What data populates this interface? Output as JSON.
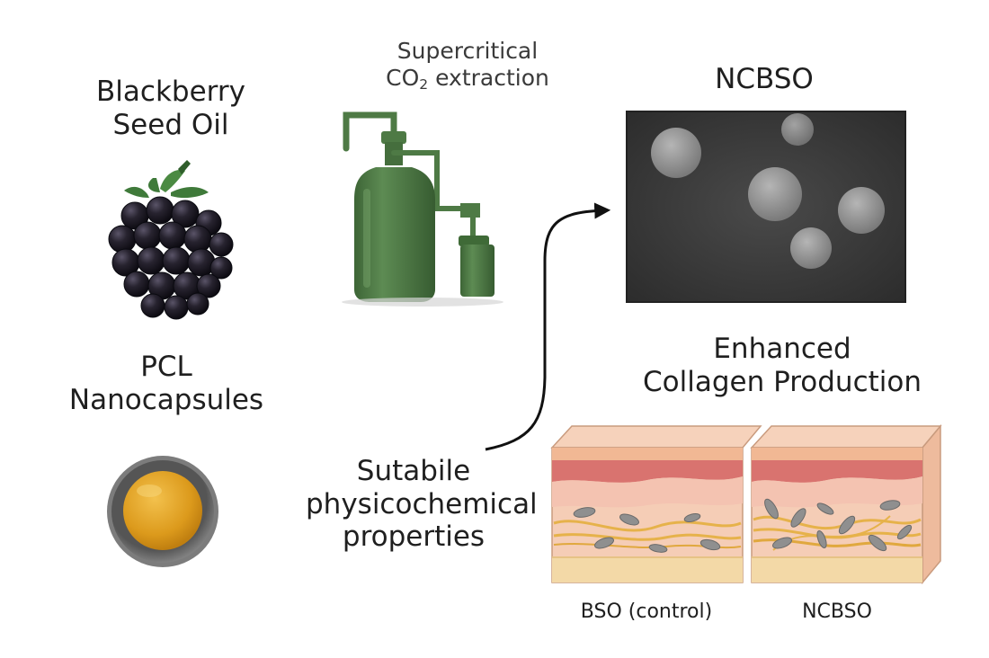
{
  "labels": {
    "blackberry_line1": "Blackberry",
    "blackberry_line2": "Seed Oil",
    "extraction_line1": "Supercritical",
    "extraction_co_prefix": "CO",
    "extraction_co_sub": "2",
    "extraction_co_suffix": " extraction",
    "ncbso_title": "NCBSO",
    "pcl_line1": "PCL",
    "pcl_line2": "Nanocapsules",
    "enhanced_line1": "Enhanced",
    "enhanced_line2": "Collagen Production",
    "suitable_line1": "Sutabile",
    "suitable_line2": "physicochemical",
    "suitable_line3": "properties",
    "skin_left_caption": "BSO (control)",
    "skin_right_caption": "NCBSO"
  },
  "colors": {
    "blackberry": "#1e1b2b",
    "leaf": "#3f7a3a",
    "apparatus": "#4e7a45",
    "micrograph_bg": "#3a3a3a",
    "particle": "#9a9a9a",
    "capsule_shell": "#6d6d6d",
    "capsule_core": "#e0a123",
    "skin_top": "#f2c3a5",
    "skin_dermis": "#f5cdb6",
    "skin_red": "#d9736f",
    "collagen": "#e6b24a",
    "fibroblast": "#8f8f8f"
  }
}
